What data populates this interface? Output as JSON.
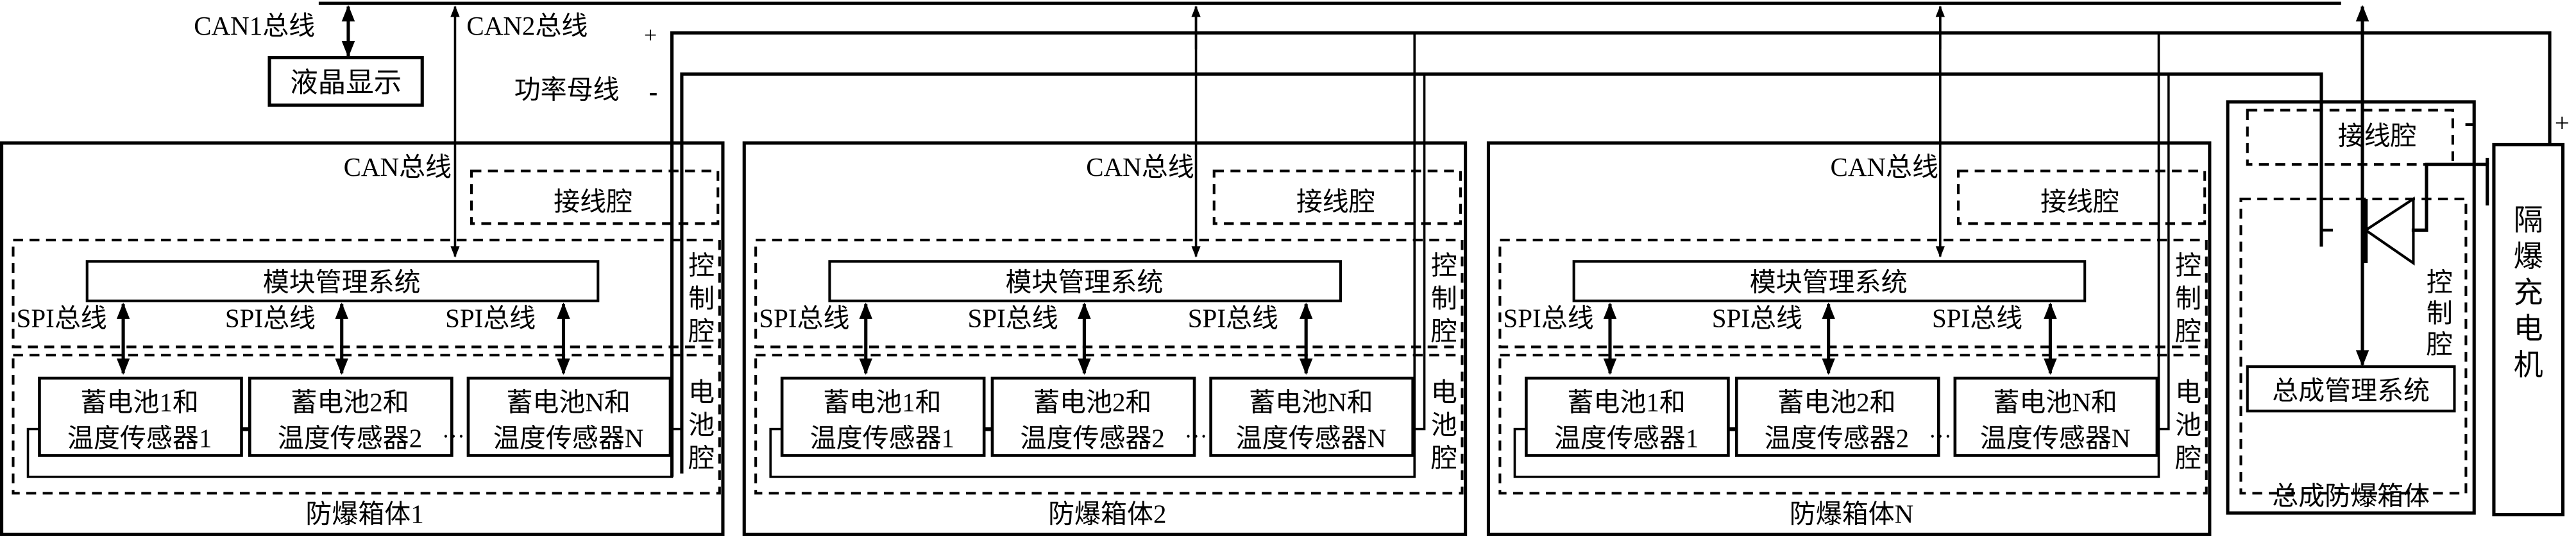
{
  "top": {
    "can1_label": "CAN1总线",
    "can2_label": "CAN2总线",
    "lcd_label": "液晶显示",
    "power_bus_label": "功率母线",
    "plus": "+",
    "minus": "-"
  },
  "modules": [
    {
      "can_label": "CAN总线",
      "wiring_chamber": "接线腔",
      "control_chamber": "控制腔",
      "battery_chamber": "电池腔",
      "mms_label": "模块管理系统",
      "spi_labels": [
        "SPI总线",
        "SPI总线",
        "SPI总线"
      ],
      "cells": [
        {
          "line1": "蓄电池1和",
          "line2": "温度传感器1"
        },
        {
          "line1": "蓄电池2和",
          "line2": "温度传感器2"
        },
        {
          "line1": "蓄电池N和",
          "line2": "温度传感器N"
        }
      ],
      "ellipsis": "…",
      "box_label": "防爆箱体1"
    },
    {
      "can_label": "CAN总线",
      "wiring_chamber": "接线腔",
      "control_chamber": "控制腔",
      "battery_chamber": "电池腔",
      "mms_label": "模块管理系统",
      "spi_labels": [
        "SPI总线",
        "SPI总线",
        "SPI总线"
      ],
      "cells": [
        {
          "line1": "蓄电池1和",
          "line2": "温度传感器1"
        },
        {
          "line1": "蓄电池2和",
          "line2": "温度传感器2"
        },
        {
          "line1": "蓄电池N和",
          "line2": "温度传感器N"
        }
      ],
      "ellipsis": "…",
      "box_label": "防爆箱体2"
    },
    {
      "can_label": "CAN总线",
      "wiring_chamber": "接线腔",
      "control_chamber": "控制腔",
      "battery_chamber": "电池腔",
      "mms_label": "模块管理系统",
      "spi_labels": [
        "SPI总线",
        "SPI总线",
        "SPI总线"
      ],
      "cells": [
        {
          "line1": "蓄电池1和",
          "line2": "温度传感器1"
        },
        {
          "line1": "蓄电池2和",
          "line2": "温度传感器2"
        },
        {
          "line1": "蓄电池N和",
          "line2": "温度传感器N"
        }
      ],
      "ellipsis": "…",
      "box_label": "防爆箱体N"
    }
  ],
  "assembly": {
    "wiring_chamber": "接线腔",
    "control_chamber": "控制腔",
    "ams_label": "总成管理系统",
    "box_label": "总成防爆箱体"
  },
  "charger": {
    "label": "隔爆充电机",
    "plus": "+",
    "minus": "-"
  }
}
